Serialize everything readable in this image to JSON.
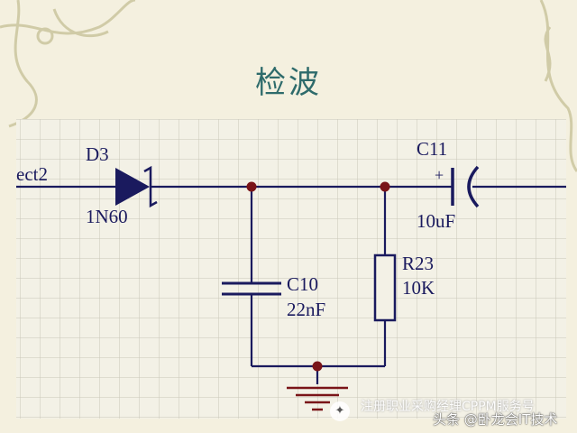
{
  "slide": {
    "title": "检波"
  },
  "components": {
    "net_label": "ect2",
    "diode": {
      "ref": "D3",
      "value": "1N60"
    },
    "capacitor_c11": {
      "ref": "C11",
      "value": "10uF",
      "polarity": "+"
    },
    "capacitor_c10": {
      "ref": "C10",
      "value": "22nF"
    },
    "resistor": {
      "ref": "R23",
      "value": "10K"
    }
  },
  "watermark": {
    "line1": "注册职业采购经理CPPM服务号",
    "line2": "头条 @卧龙会IT技术"
  },
  "colors": {
    "wire": "#1a1a5e",
    "junction": "#7a1418",
    "grid": "#c9c6b8",
    "title": "#2e6b6b",
    "paper": "#f3f1e6"
  }
}
